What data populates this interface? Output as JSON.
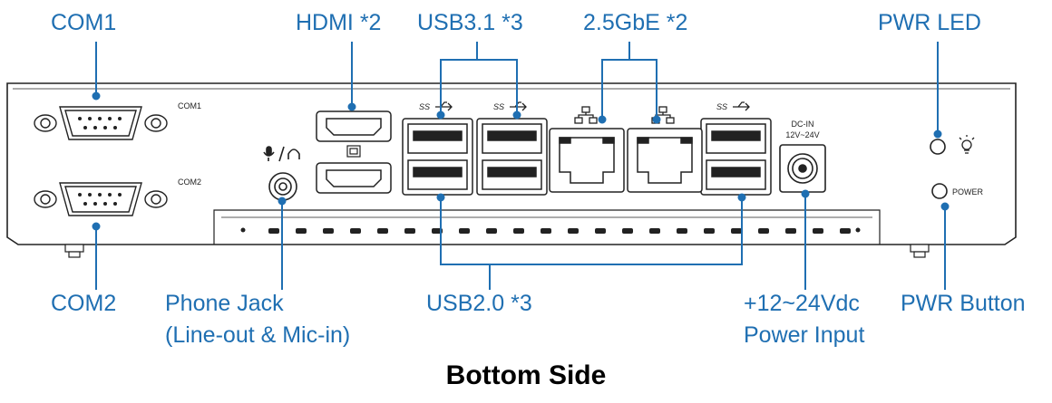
{
  "callouts": {
    "com1": "COM1",
    "hdmi": "HDMI *2",
    "usb31": "USB3.1 *3",
    "lan": "2.5GbE *2",
    "pwr_led": "PWR LED",
    "com2": "COM2",
    "phone_jack_line1": "Phone Jack",
    "phone_jack_line2": "(Line-out & Mic-in)",
    "usb20": "USB2.0 *3",
    "power_input_line1": "+12~24Vdc",
    "power_input_line2": "Power Input",
    "pwr_button": "PWR Button"
  },
  "panel_labels": {
    "com1": "COM1",
    "com2": "COM2",
    "ss_usb": "SS",
    "dc_in_line1": "DC-IN",
    "dc_in_line2": "12V~24V",
    "power": "POWER"
  },
  "title": "Bottom Side",
  "colors": {
    "callout": "#1f6fb2",
    "line": "#1f6fb2",
    "outline": "#222222"
  }
}
